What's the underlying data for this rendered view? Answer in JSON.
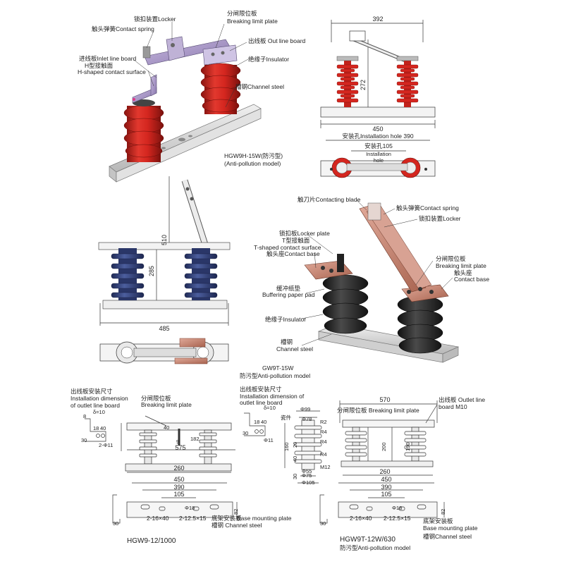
{
  "colors": {
    "insulator_red": "#d4261f",
    "insulator_blue": "#3a4a86",
    "insulator_black": "#2c2c2c",
    "channel_steel": "#d9d9d9",
    "copper_plate": "#c98a7c",
    "line": "#333333"
  },
  "p1": {
    "locker": "锁扣装置Locker",
    "contact_spring": "触头弹簧Contact spring",
    "breaking_limit_cn": "分闸限位板",
    "breaking_limit_en": "Breaking limit plate",
    "outline_board": "出线板 Out line board",
    "insulator": "绝缘子Insulator",
    "inlet_board": "进线板Inlet line board",
    "h_contact_cn": "H型接触面",
    "h_contact_en": "H-shaped contact surface",
    "channel_steel": "槽钢Channel steel",
    "model": "HGW9H-15W(防污型)",
    "model_sub": "(Anti-pollution model)"
  },
  "p2": {
    "dim_392": "392",
    "dim_272": "272",
    "dim_450": "450",
    "install_hole_390": "安装孔Installation hole 390",
    "install_hole_105": "安装孔105",
    "install_hole_label": "Installation hole"
  },
  "p3": {
    "dim_510": "510",
    "dim_285": "285",
    "dim_485": "485"
  },
  "p4": {
    "contacting_blade": "触刀片Contacting blade",
    "contact_spring": "触头弹簧Contact spring",
    "locker": "锁扣装置Locker",
    "locker_plate": "锁扣板Locker plate",
    "t_contact_cn": "T型接触面",
    "t_contact_en": "T-shaped contact surface",
    "contact_base": "触头座Contact base",
    "breaking_limit_cn": "分闸限位板",
    "breaking_limit_en": "Breaking limit plate",
    "contact_base_2_cn": "触头座",
    "contact_base_2_en": "Contact base",
    "buffer_cn": "缓冲纸垫",
    "buffer_en": "Buffering paper pad",
    "insulator": "绝缘子Insulator",
    "channel_steel_cn": "槽钢",
    "channel_steel_en": "Channel steel",
    "model": "GW9T-15W",
    "model_sub": "防污型Anti-pollution model"
  },
  "p5": {
    "title_cn": "出线板安装尺寸",
    "title_en_1": "Installation dimension",
    "title_en_2": "of outlet line board",
    "delta": "δ=10",
    "dim_8": "8",
    "dim_18": "18",
    "dim_40": "40",
    "dim_30": "30",
    "dim_11": "2-Φ11",
    "breaking_cn": "分闸限位板",
    "breaking_en": "Breaking limit plate",
    "dim_40b": "40",
    "dim_9": "9",
    "dim_182": "182",
    "dim_575": "575",
    "dim_260": "260",
    "dim_450": "450",
    "dim_390": "390",
    "dim_105": "105",
    "dim_phi18": "Φ18",
    "dim_30b": "30",
    "dim_82": "82",
    "holes": "2-16×40",
    "holes2": "2-12.5×15",
    "base_cn": "底架安装板",
    "base_en": "Base mounting plate",
    "channel": "槽钢 Channel steel",
    "model": "HGW9-12/1000"
  },
  "p6": {
    "title_cn": "出线板安装尺寸",
    "title_en_1": "Installation dimension of",
    "title_en_2": "outlet line board",
    "delta": "δ=10",
    "d99": "Φ99",
    "d78": "Φ78",
    "cn_label": "瓷件",
    "r2": "R2",
    "r4a": "R4",
    "r4b": "R4",
    "r4c": "R4",
    "d55": "Φ55",
    "d75": "Φ75",
    "d105": "Φ105",
    "m12": "M12",
    "v18": "18",
    "v40": "40",
    "v11": "Φ11",
    "v30": "30",
    "v160": "160",
    "v20": "20",
    "v40b": "40",
    "v30b": "30",
    "dim_570": "570",
    "outlet_cn": "出线板 Outlet line",
    "outlet_en": "board M10",
    "breaking": "分闸限位板 Breaking limit plate",
    "v200": "200",
    "v190": "190",
    "v260": "260",
    "v450": "450",
    "v390": "390",
    "v105": "105",
    "vphi18": "Φ18",
    "v82": "82",
    "v30c": "30",
    "holes": "2-16×40",
    "holes2": "2-12.5×15",
    "base_cn": "底架安装板",
    "base_en": "Base mounting plate",
    "channel": "槽钢Channel steel",
    "model": "HGW9T-12W/630",
    "model_sub": "防污型Anti-pollution model"
  }
}
